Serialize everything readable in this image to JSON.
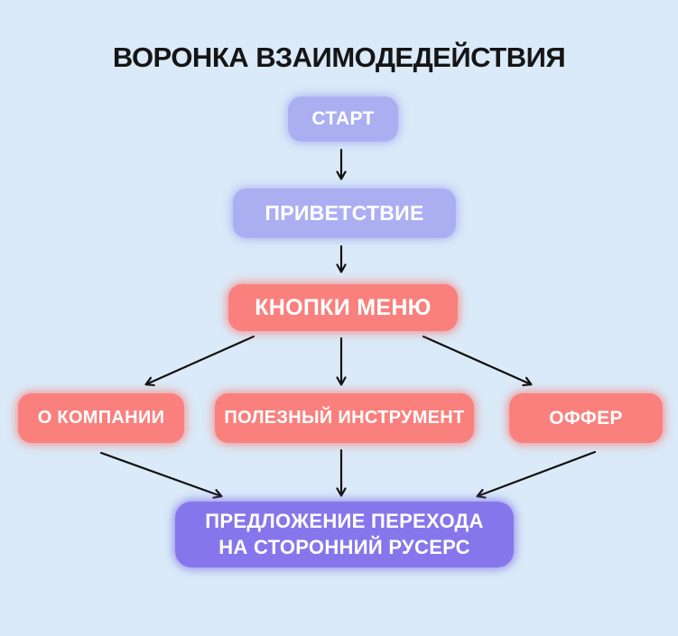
{
  "title": "ВОРОНКА ВЗАИМОДЕДЕЙСТВИЯ",
  "colors": {
    "background": "#daeaf8",
    "lavender_box": "#abaff2",
    "coral_box": "#f9807d",
    "purple_box": "#8577eb",
    "title_text": "#151515",
    "box_text": "#ffffff",
    "arrow": "#111111"
  },
  "nodes": {
    "start": {
      "label": "СТАРТ"
    },
    "greeting": {
      "label": "ПРИВЕТСТВИЕ"
    },
    "menu_buttons": {
      "label": "КНОПКИ МЕНЮ"
    },
    "about_company": {
      "label": "О КОМПАНИИ"
    },
    "useful_tool": {
      "label": "ПОЛЕЗНЫЙ ИНСТРУМЕНТ"
    },
    "offer": {
      "label": "ОФФЕР"
    },
    "external_resource": {
      "label_line1": "ПРЕДЛОЖЕНИЕ ПЕРЕХОДА",
      "label_line2": "НА СТОРОННИЙ РУСЕРС"
    }
  },
  "edges": [
    {
      "from": "start",
      "to": "greeting"
    },
    {
      "from": "greeting",
      "to": "menu_buttons"
    },
    {
      "from": "menu_buttons",
      "to": "about_company"
    },
    {
      "from": "menu_buttons",
      "to": "useful_tool"
    },
    {
      "from": "menu_buttons",
      "to": "offer"
    },
    {
      "from": "about_company",
      "to": "external_resource"
    },
    {
      "from": "useful_tool",
      "to": "external_resource"
    },
    {
      "from": "offer",
      "to": "external_resource"
    }
  ]
}
